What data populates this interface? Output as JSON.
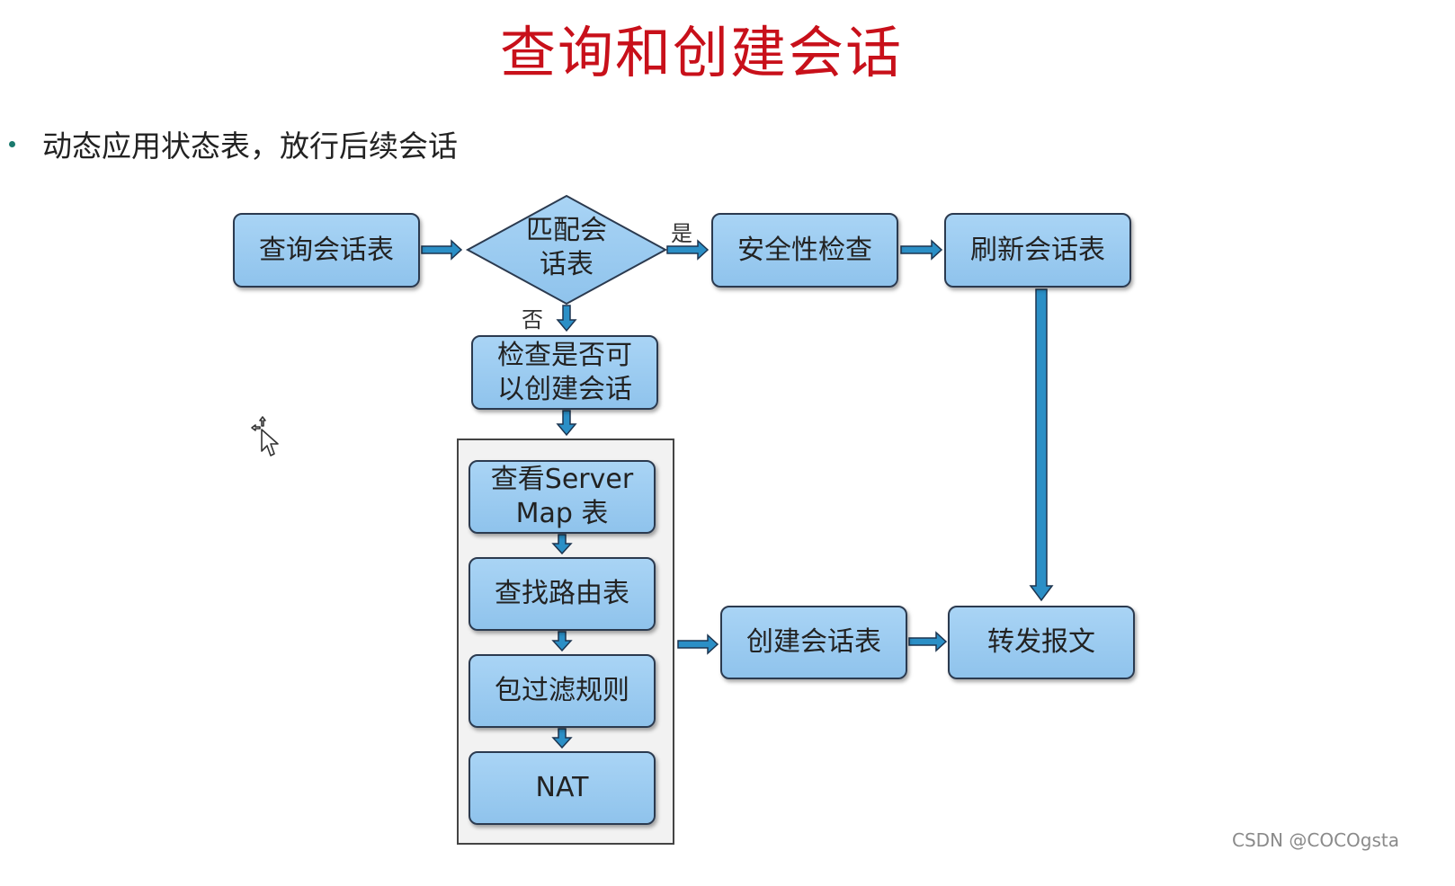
{
  "slide": {
    "title": "查询和创建会话",
    "bullet": "动态应用状态表，放行后续会话"
  },
  "flow": {
    "query_session_table": "查询会话表",
    "match_session_table": "匹配会\n话表",
    "security_check": "安全性检查",
    "refresh_session_table": "刷新会话表",
    "check_can_create": "检查是否可\n以创建会话",
    "server_map": "查看Server\nMap 表",
    "route_lookup": "查找路由表",
    "packet_filter": "包过滤规则",
    "nat": "NAT",
    "create_session_table": "创建会话表",
    "forward_packet": "转发报文",
    "yes_label": "是",
    "no_label": "否"
  },
  "colors": {
    "title": "#c8101a",
    "box_fill": "#9fcdf1",
    "arrow_fill": "#2b8fc6",
    "arrow_stroke": "#1d3550"
  },
  "watermark": "CSDN @COCOgsta"
}
